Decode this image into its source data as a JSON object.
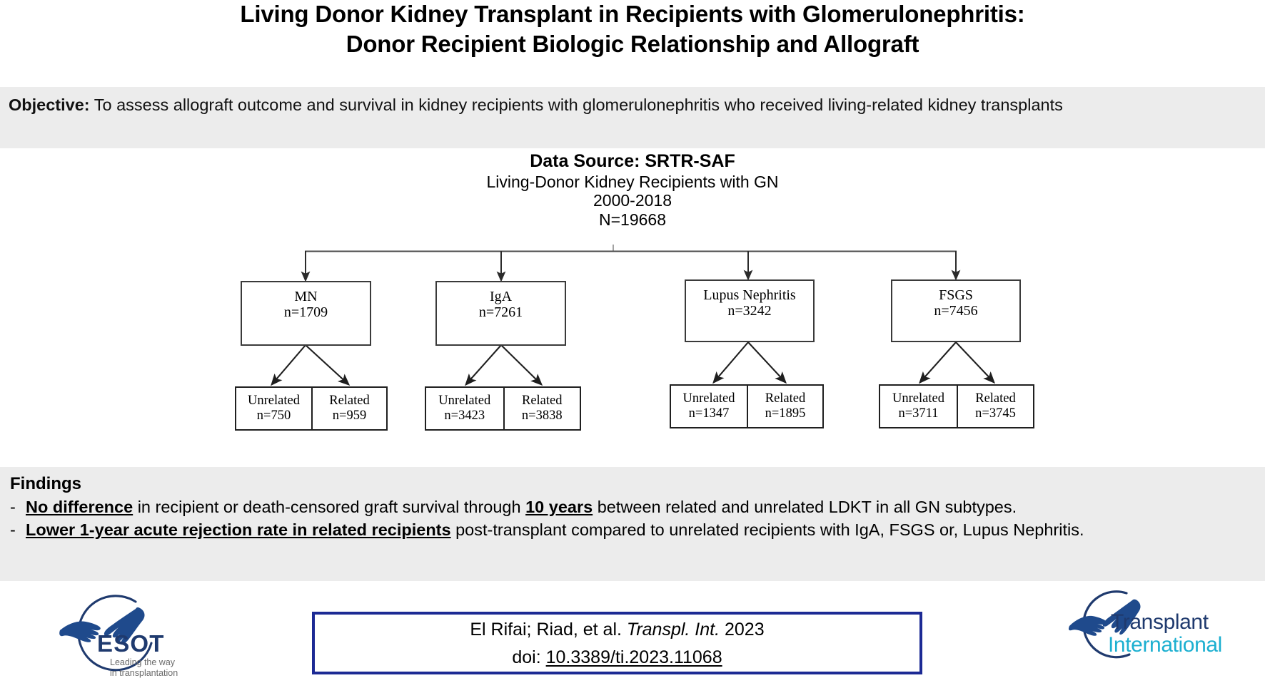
{
  "title": {
    "line1": "Living Donor Kidney Transplant in Recipients with Glomerulonephritis:",
    "line2": "Donor Recipient Biologic Relationship and Allograft"
  },
  "objective": {
    "label": "Objective:",
    "text": " To assess allograft outcome and survival in kidney recipients with glomerulonephritis who received living-related kidney transplants"
  },
  "data_source": {
    "title": "Data Source: SRTR-SAF",
    "line1": "Living-Donor Kidney Recipients with GN",
    "line2": "2000-2018",
    "line3": "N=19668"
  },
  "chart_data": {
    "type": "diagram",
    "title": "Data Source: SRTR-SAF",
    "root": {
      "label": "Living-Donor Kidney Recipients with GN",
      "period": "2000-2018",
      "n": 19668
    },
    "branches": [
      {
        "label": "MN",
        "n": 1709,
        "children": [
          {
            "label": "Unrelated",
            "n": 750
          },
          {
            "label": "Related",
            "n": 959
          }
        ]
      },
      {
        "label": "IgA",
        "n": 7261,
        "children": [
          {
            "label": "Unrelated",
            "n": 3423
          },
          {
            "label": "Related",
            "n": 3838
          }
        ]
      },
      {
        "label": "Lupus Nephritis",
        "n": 3242,
        "children": [
          {
            "label": "Unrelated",
            "n": 1347
          },
          {
            "label": "Related",
            "n": 1895
          }
        ]
      },
      {
        "label": "FSGS",
        "n": 7456,
        "children": [
          {
            "label": "Unrelated",
            "n": 3711
          },
          {
            "label": "Related",
            "n": 3745
          }
        ]
      }
    ]
  },
  "flowchart": {
    "nodes": [
      {
        "label": "MN",
        "count": "n=1709"
      },
      {
        "label": "IgA",
        "count": "n=7261"
      },
      {
        "label": "Lupus Nephritis",
        "count": "n=3242"
      },
      {
        "label": "FSGS",
        "count": "n=7456"
      }
    ],
    "pairs": [
      {
        "unrelated_label": "Unrelated",
        "unrelated_count": "n=750",
        "related_label": "Related",
        "related_count": "n=959"
      },
      {
        "unrelated_label": "Unrelated",
        "unrelated_count": "n=3423",
        "related_label": "Related",
        "related_count": "n=3838"
      },
      {
        "unrelated_label": "Unrelated",
        "unrelated_count": "n=1347",
        "related_label": "Related",
        "related_count": "n=1895"
      },
      {
        "unrelated_label": "Unrelated",
        "unrelated_count": "n=3711",
        "related_label": "Related",
        "related_count": "n=3745"
      }
    ]
  },
  "findings": {
    "heading": "Findings",
    "items": [
      {
        "dash": "-",
        "emphasis": "No difference",
        "rest_a": " in recipient or death-censored graft survival through ",
        "emphasis2": "10 years",
        "rest_b": " between related and unrelated LDKT in all GN subtypes."
      },
      {
        "dash": "-",
        "emphasis": "Lower 1-year acute rejection rate in related recipients",
        "rest_a": " post-transplant compared to unrelated recipients with IgA, FSGS or, Lupus Nephritis.",
        "emphasis2": "",
        "rest_b": ""
      }
    ]
  },
  "citation": {
    "authors": "El Rifai; Riad, et al. ",
    "journal": "Transpl. Int.",
    "year": " 2023",
    "doi_label": "doi: ",
    "doi_value": "10.3389/ti.2023.11068"
  },
  "logos": {
    "esot": {
      "name": "ESOT",
      "tagline1": "Leading the way",
      "tagline2": "in transplantation"
    },
    "transplant_international": {
      "word1": "Transplant",
      "word2": "International"
    }
  },
  "colors": {
    "band_gray": "#ececec",
    "citation_border": "#1c2a94",
    "logo_navy": "#1f3a6e",
    "logo_cyan": "#1bafd0",
    "logo_gray": "#6b6b6b",
    "box_stroke": "#1f1f1f"
  }
}
